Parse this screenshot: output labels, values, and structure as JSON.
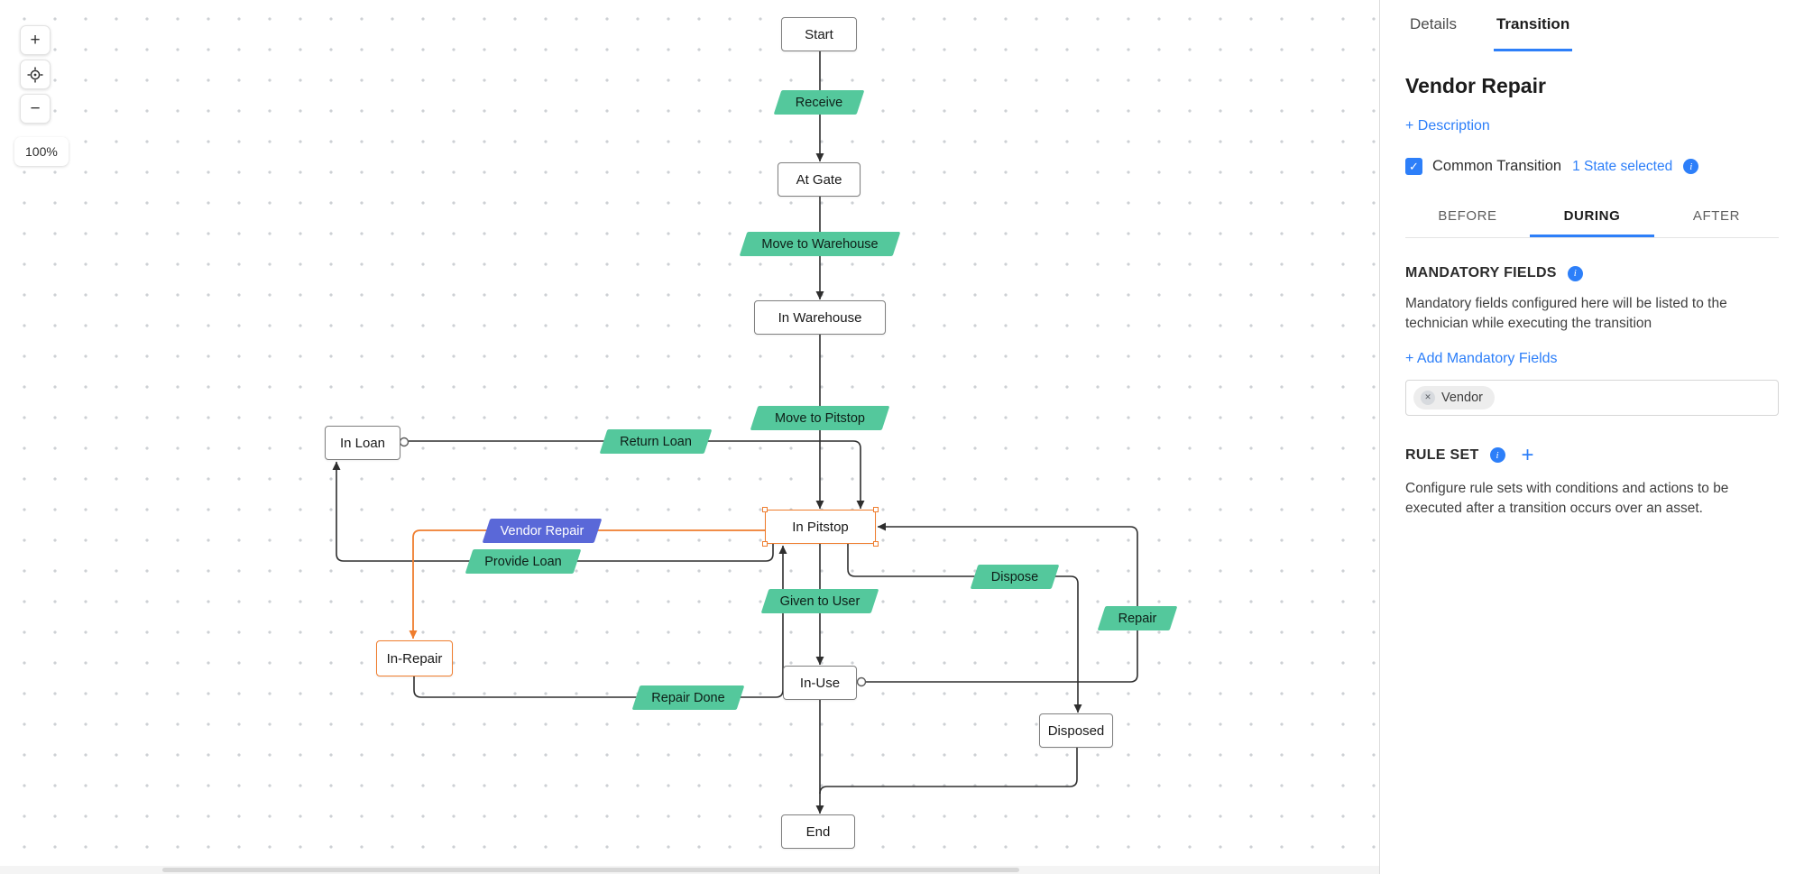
{
  "flow": {
    "zoom": "100%",
    "nodes": [
      {
        "id": "start",
        "label": "Start"
      },
      {
        "id": "at-gate",
        "label": "At Gate"
      },
      {
        "id": "in-warehouse",
        "label": "In Warehouse"
      },
      {
        "id": "in-loan",
        "label": "In Loan"
      },
      {
        "id": "in-pitstop",
        "label": "In Pitstop"
      },
      {
        "id": "in-repair",
        "label": "In-Repair"
      },
      {
        "id": "in-use",
        "label": "In-Use"
      },
      {
        "id": "disposed",
        "label": "Disposed"
      },
      {
        "id": "end",
        "label": "End"
      }
    ],
    "transitions": [
      {
        "id": "receive",
        "label": "Receive"
      },
      {
        "id": "move-to-warehouse",
        "label": "Move to Warehouse"
      },
      {
        "id": "move-to-pitstop",
        "label": "Move to Pitstop"
      },
      {
        "id": "return-loan",
        "label": "Return Loan"
      },
      {
        "id": "vendor-repair",
        "label": "Vendor Repair"
      },
      {
        "id": "provide-loan",
        "label": "Provide Loan"
      },
      {
        "id": "given-to-user",
        "label": "Given to User"
      },
      {
        "id": "dispose",
        "label": "Dispose"
      },
      {
        "id": "repair",
        "label": "Repair"
      },
      {
        "id": "repair-done",
        "label": "Repair Done"
      }
    ]
  },
  "panel": {
    "tabs": {
      "details": "Details",
      "transition": "Transition"
    },
    "title": "Vendor Repair",
    "description_link": "+ Description",
    "common_transition_label": "Common Transition",
    "state_selected": "1 State selected",
    "phase_tabs": {
      "before": "BEFORE",
      "during": "DURING",
      "after": "AFTER"
    },
    "mandatory": {
      "heading": "MANDATORY FIELDS",
      "description": "Mandatory fields configured here will be listed to the technician while executing the transition",
      "add_link": "+ Add Mandatory Fields",
      "chip": "Vendor"
    },
    "rule_set": {
      "heading": "RULE SET",
      "description": "Configure rule sets with conditions and actions to be executed after a transition occurs over an asset."
    }
  },
  "icons": {
    "zoom_in": "+",
    "zoom_out": "−",
    "check": "✓",
    "info": "i",
    "chip_remove": "✕",
    "add": "+"
  },
  "colors": {
    "accent": "#2d7ff9",
    "green": "#54c89c",
    "orange": "#ef7d2e",
    "indigo": "#5a68d8",
    "edge": "#2e2e2e"
  }
}
